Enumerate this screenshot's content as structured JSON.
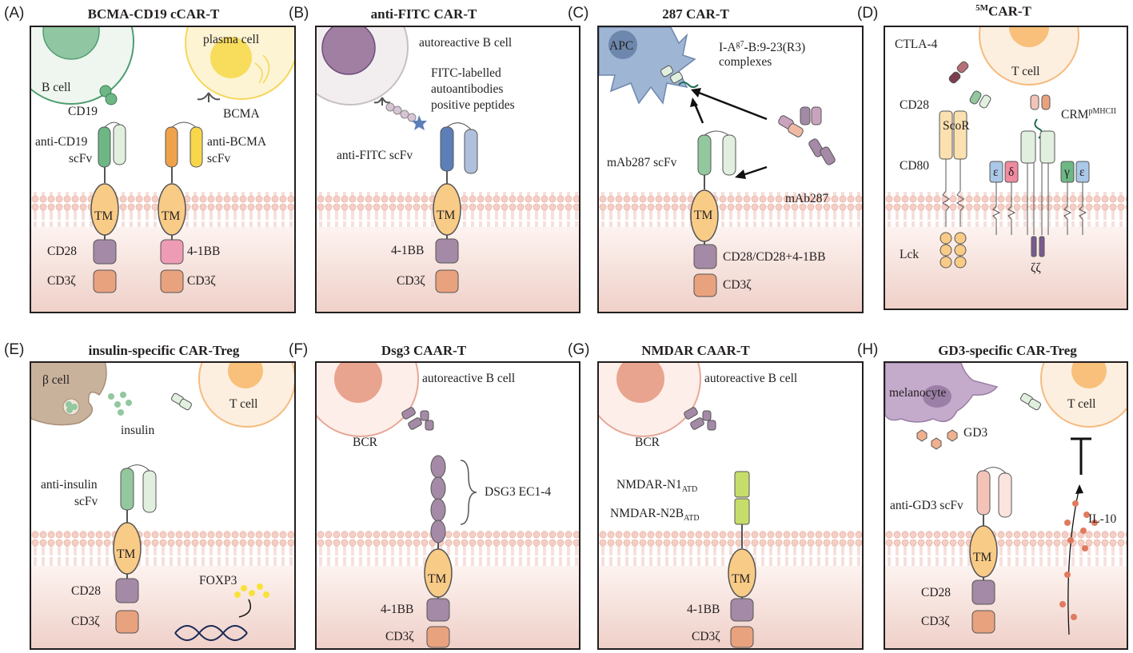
{
  "panels": [
    {
      "letter": "(A)",
      "title": "BCMA-CD19 cCAR-T",
      "labels": {
        "b_cell": "B cell",
        "plasma_cell": "plasma cell",
        "cd19": "CD19",
        "bcma": "BCMA",
        "anti_cd19": "anti-CD19",
        "scfv1": "scFv",
        "anti_bcma": "anti-BCMA",
        "scfv2": "scFv",
        "tm1": "TM",
        "tm2": "TM",
        "cd28": "CD28",
        "bb41": "4-1BB",
        "cd3z1": "CD3ζ",
        "cd3z2": "CD3ζ"
      }
    },
    {
      "letter": "(B)",
      "title": "anti-FITC CAR-T",
      "labels": {
        "autoreactive": "autoreactive B cell",
        "fitc1": "FITC-labelled",
        "fitc2": "autoantibodies",
        "fitc3": "positive peptides",
        "scfv": "anti-FITC scFv",
        "tm": "TM",
        "bb41": "4-1BB",
        "cd3z": "CD3ζ"
      }
    },
    {
      "letter": "(C)",
      "title": "287 CAR-T",
      "labels": {
        "apc": "APC",
        "iag7_pre": "I-A",
        "iag7_sup": "g7",
        "iag7_post": "-B:9-23(R3)",
        "complexes": "complexes",
        "scfv": "mAb287 scFv",
        "mab": "mAb287",
        "tm": "TM",
        "costim": "CD28/CD28+4-1BB",
        "cd3z": "CD3ζ"
      }
    },
    {
      "letter": "(D)",
      "title_sup": "5M",
      "title": "CAR-T",
      "labels": {
        "ctla4": "CTLA-4",
        "tcell": "T cell",
        "cd28": "CD28",
        "crm": "CRM",
        "crm_sup": "pMHCII",
        "scor": "ScoR",
        "cd80": "CD80",
        "lck": "Lck",
        "eps1": "ε",
        "delta": "δ",
        "gamma": "γ",
        "eps2": "ε",
        "zeta": "ζζ"
      }
    },
    {
      "letter": "(E)",
      "title": "insulin-specific CAR-Treg",
      "labels": {
        "beta": "β cell",
        "insulin": "insulin",
        "tcell": "T cell",
        "anti": "anti-insulin",
        "scfv": "scFv",
        "tm": "TM",
        "cd28": "CD28",
        "cd3z": "CD3ζ",
        "foxp3": "FOXP3"
      }
    },
    {
      "letter": "(F)",
      "title": "Dsg3 CAAR-T",
      "labels": {
        "autoreactive": "autoreactive B cell",
        "bcr": "BCR",
        "dsg3": "DSG3 EC1-4",
        "tm": "TM",
        "bb41": "4-1BB",
        "cd3z": "CD3ζ"
      }
    },
    {
      "letter": "(G)",
      "title": "NMDAR CAAR-T",
      "labels": {
        "autoreactive": "autoreactive B cell",
        "bcr": "BCR",
        "n1": "NMDAR-N1",
        "n1_sub": "ATD",
        "n2b": "NMDAR-N2B",
        "n2b_sub": "ATD",
        "tm": "TM",
        "bb41": "4-1BB",
        "cd3z": "CD3ζ"
      }
    },
    {
      "letter": "(H)",
      "title": "GD3-specific CAR-Treg",
      "labels": {
        "melanocyte": "melanocyte",
        "gd3": "GD3",
        "tcell": "T cell",
        "scfv": "anti-GD3 scFv",
        "il10": "IL-10",
        "tm": "TM",
        "cd28": "CD28",
        "cd3z": "CD3ζ"
      }
    }
  ],
  "colors": {
    "membrane": "#f2c7bd",
    "cytoplasm_top": "#fbeeea",
    "cytoplasm_bottom": "#f1d3cb",
    "tm": "#f8cb86",
    "cd28": "#a48aa6",
    "bb41": "#ee9cb6",
    "cd3z": "#e8a27e",
    "scfv_green": "#93c79d",
    "scfv_orange": "#f0a24a",
    "scfv_yellow": "#f7d64a",
    "scfv_blue": "#5c7fb8",
    "scfv_pink": "#f4c3b8",
    "b_cell": "#4f9d72",
    "apc": "#9fb5d4"
  }
}
